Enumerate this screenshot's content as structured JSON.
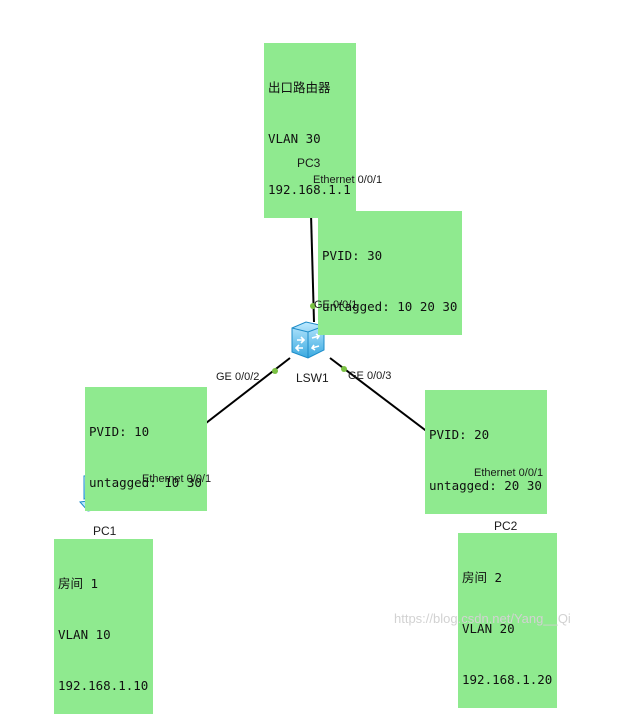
{
  "devices": {
    "pc3": {
      "name": "PC3"
    },
    "sw": {
      "name": "LSW1"
    },
    "pc1": {
      "name": "PC1"
    },
    "pc2": {
      "name": "PC2"
    }
  },
  "ports": {
    "pc3_eth": "Ethernet 0/0/1",
    "sw_ge1": "GE 0/0/1",
    "sw_ge2": "GE 0/0/2",
    "sw_ge3": "GE 0/0/3",
    "pc1_eth": "Ethernet 0/0/1",
    "pc2_eth": "Ethernet 0/0/1"
  },
  "notes": {
    "router": [
      "出口路由器",
      "VLAN 30",
      "192.168.1.1"
    ],
    "link_pc3": [
      "PVID: 30",
      "untagged: 10 20 30"
    ],
    "link_pc1": [
      "PVID: 10",
      "untagged: 10 30"
    ],
    "link_pc2": [
      "PVID: 20",
      "untagged: 20 30"
    ],
    "room1": [
      "房间 1",
      "VLAN 10",
      "192.168.1.10"
    ],
    "room2": [
      "房间 2",
      "VLAN 20",
      "192.168.1.20"
    ]
  },
  "watermark": "https://blog.csdn.net/Yang__Qi",
  "colors": {
    "note_bg": "#8fea8f",
    "port_dot": "#7ac143",
    "link": "#000000"
  }
}
